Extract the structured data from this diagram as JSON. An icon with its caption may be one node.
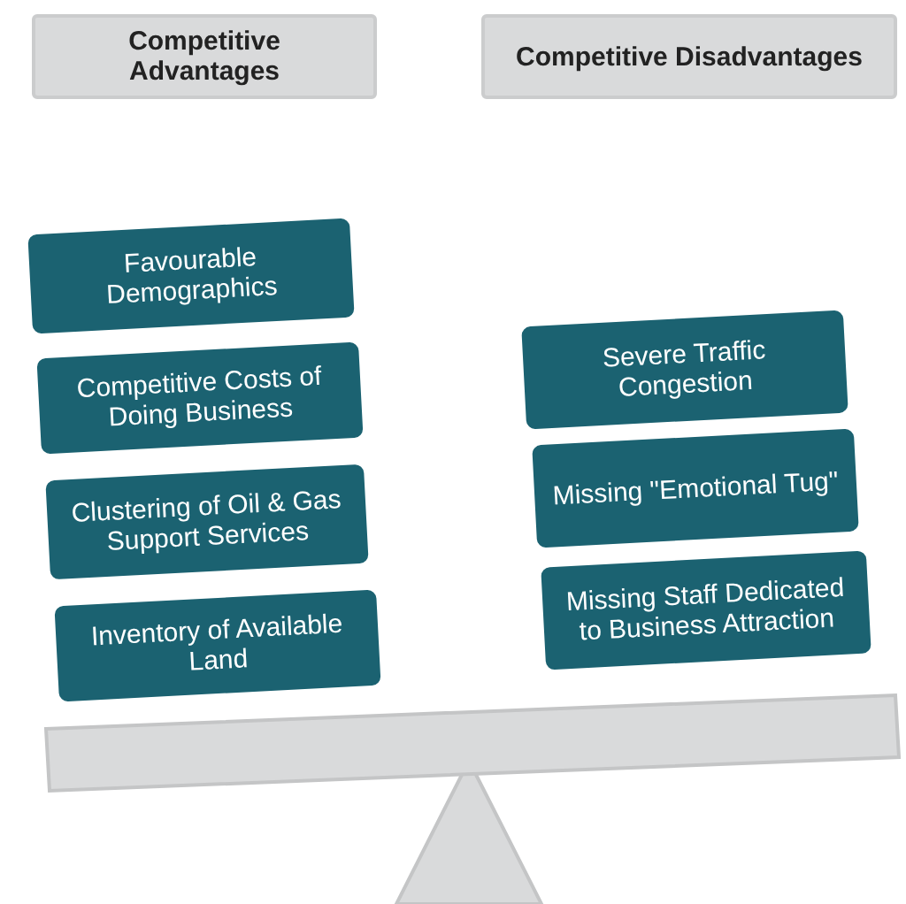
{
  "diagram": {
    "nodes": [
      {
        "text": [
          "Competitive Advantages"
        ]
      },
      {
        "text": [
          "Competitive Disadvantages"
        ]
      },
      {
        "text": [
          "Favourable Demographics"
        ]
      },
      {
        "text": [
          "Competitive Costs of Doing Business"
        ]
      },
      {
        "text": [
          "Clustering of Oil & Gas Support Services"
        ]
      },
      {
        "text": [
          "Inventory of Available Land"
        ]
      },
      {
        "text": [
          "Severe Traffic Congestion"
        ]
      },
      {
        "text": [
          "Missing \"Emotional Tug\""
        ]
      },
      {
        "text": [
          "Missing Staff Dedicated to Business Attraction"
        ]
      }
    ],
    "edges": []
  }
}
